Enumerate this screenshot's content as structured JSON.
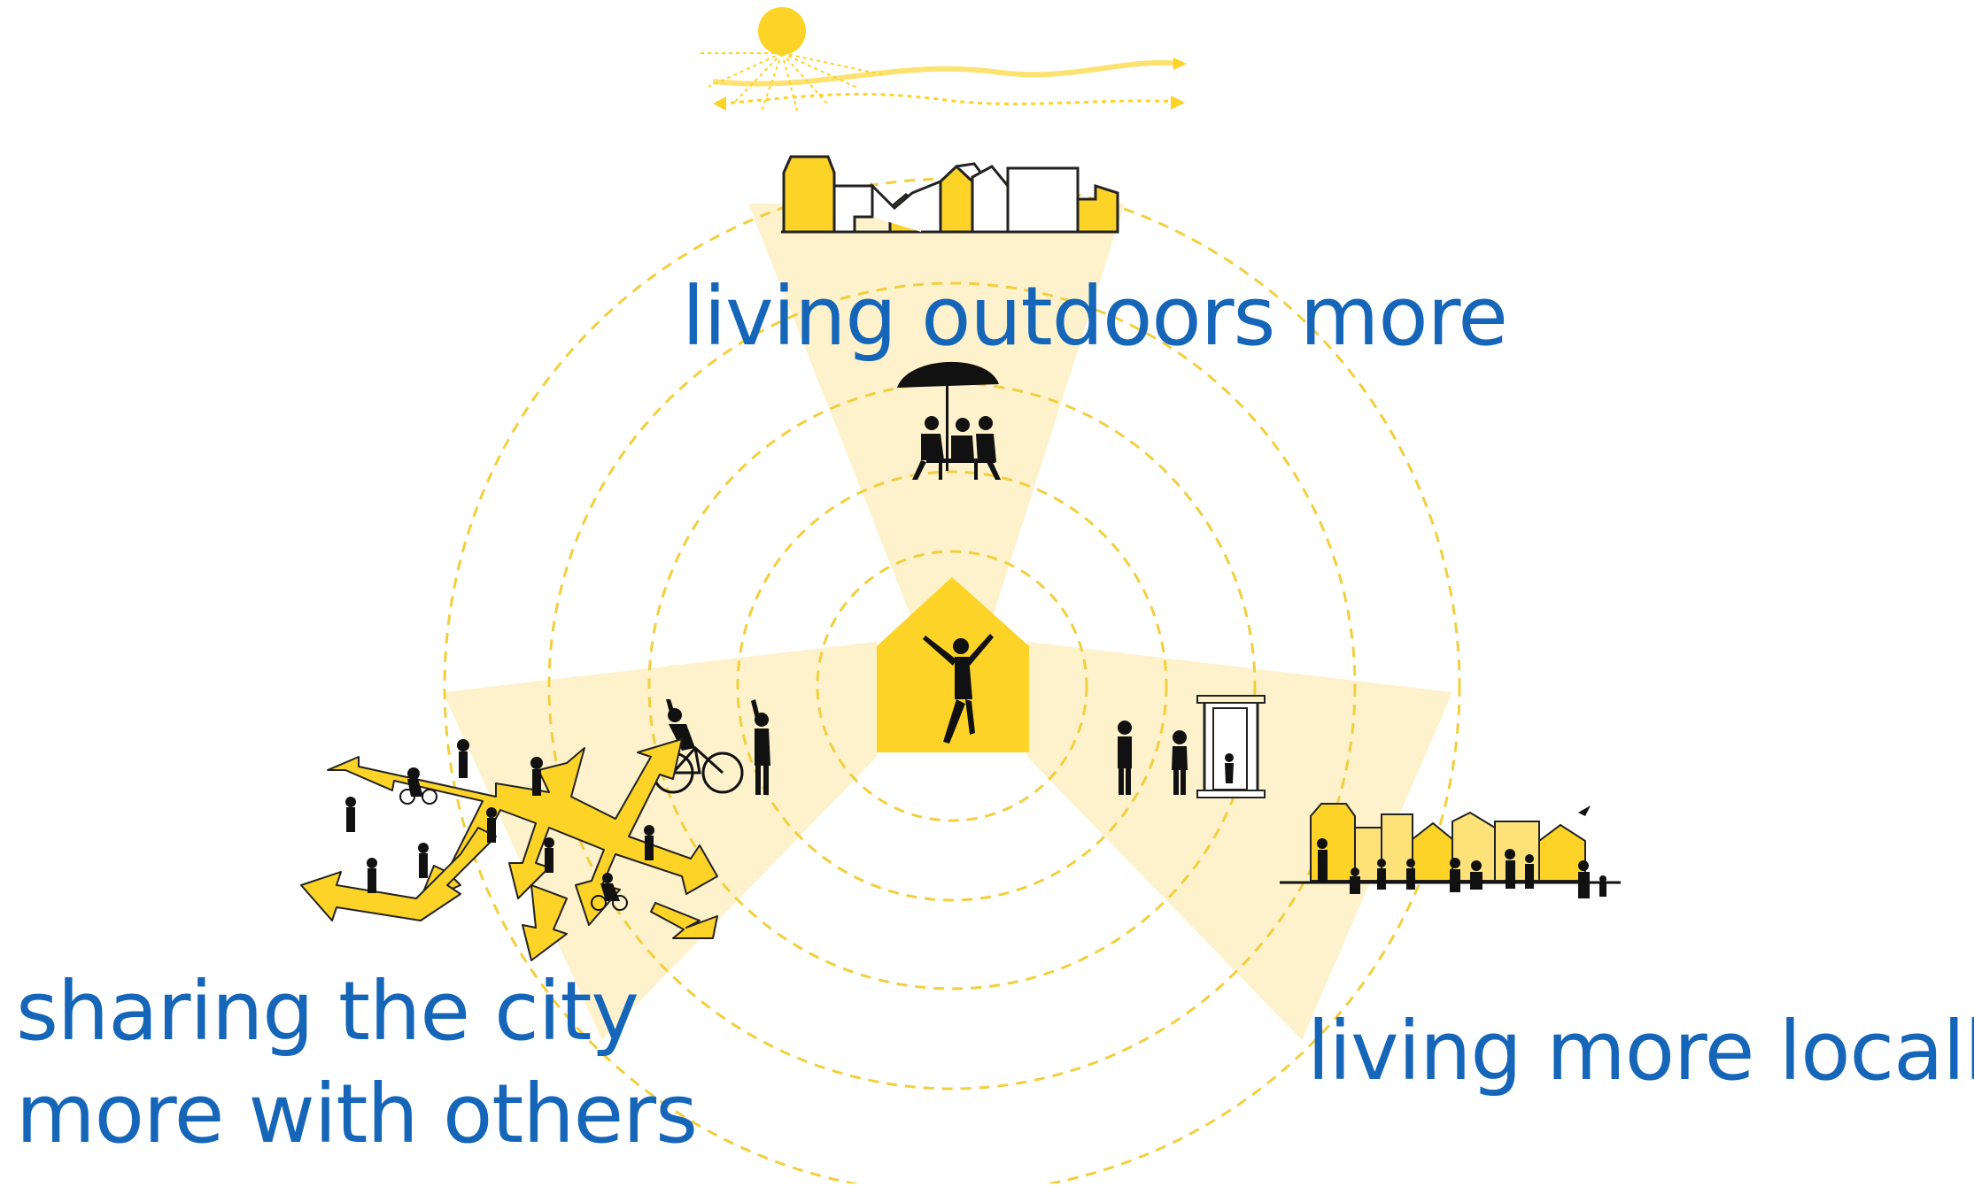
{
  "theme": {
    "accent": "#fcd326",
    "accent_light": "#fdf0c2",
    "ring": "#f2cf3e",
    "text": "#1565b8",
    "ink": "#111111"
  },
  "labels": {
    "living_outdoors": "living outdoors more",
    "sharing_line1": "sharing the city",
    "sharing_line2": "more with others",
    "living_locally": "living more locally"
  },
  "icons": [
    "sun-icon",
    "wind-icon",
    "rooftop-skyline-icon",
    "cafe-umbrella-icon",
    "house-person-icon",
    "cyclist-icon",
    "people-icon",
    "door-icon",
    "village-street-icon",
    "crossroad-arrows-icon"
  ]
}
